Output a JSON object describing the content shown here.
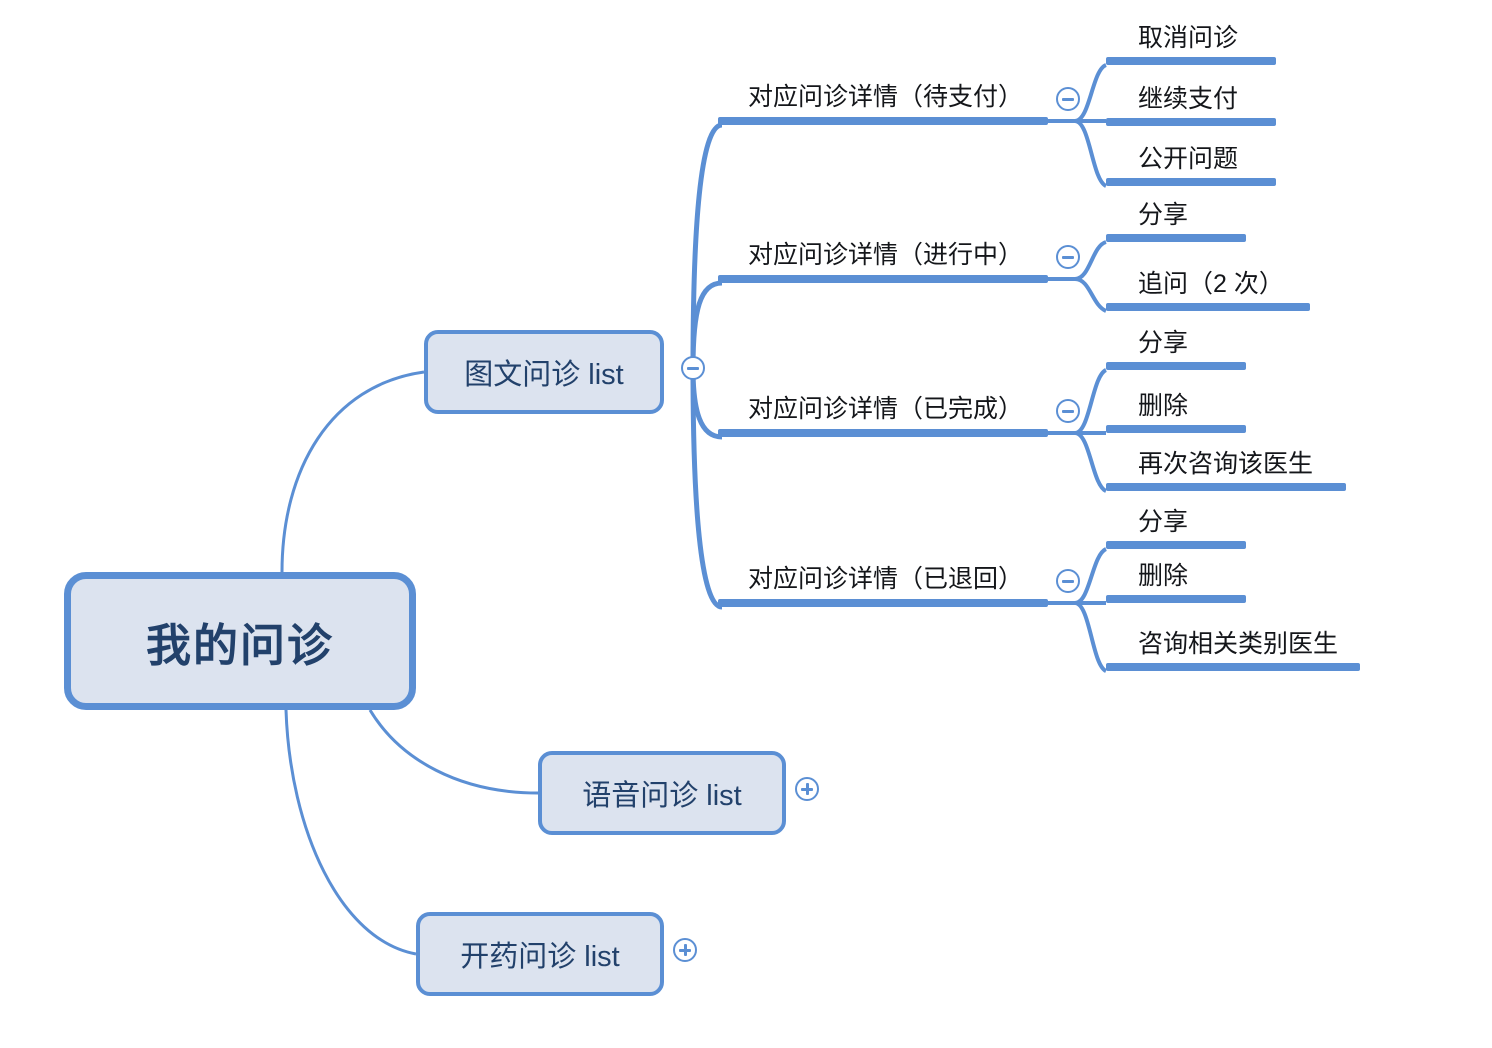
{
  "diagram": {
    "type": "mindmap",
    "direction": "left-to-right",
    "colors": {
      "node_fill": "#dce3ef",
      "node_border": "#5b8fd4",
      "bar": "#5b8fd4",
      "edge": "#5b8fd4",
      "root_text": "#22416b",
      "leaf_text": "#14161a",
      "background": "#ffffff"
    }
  },
  "root": {
    "label": "我的问诊"
  },
  "branches": [
    {
      "label": "图文问诊 list",
      "toggle": "collapse",
      "toggle_icon": "minus-circle-icon",
      "expanded": true,
      "children": [
        {
          "label": "对应问诊详情（待支付）",
          "toggle": "collapse",
          "toggle_icon": "minus-circle-icon",
          "expanded": true,
          "children": [
            {
              "label": "取消问诊"
            },
            {
              "label": "继续支付"
            },
            {
              "label": "公开问题"
            }
          ]
        },
        {
          "label": "对应问诊详情（进行中）",
          "toggle": "collapse",
          "toggle_icon": "minus-circle-icon",
          "expanded": true,
          "children": [
            {
              "label": "分享"
            },
            {
              "label": "追问（2 次）"
            }
          ]
        },
        {
          "label": "对应问诊详情（已完成）",
          "toggle": "collapse",
          "toggle_icon": "minus-circle-icon",
          "expanded": true,
          "children": [
            {
              "label": "分享"
            },
            {
              "label": "删除"
            },
            {
              "label": "再次咨询该医生"
            }
          ]
        },
        {
          "label": "对应问诊详情（已退回）",
          "toggle": "collapse",
          "toggle_icon": "minus-circle-icon",
          "expanded": true,
          "children": [
            {
              "label": "分享"
            },
            {
              "label": "删除"
            },
            {
              "label": "咨询相关类别医生"
            }
          ]
        }
      ]
    },
    {
      "label": "语音问诊 list",
      "toggle": "expand",
      "toggle_icon": "plus-circle-icon",
      "expanded": false,
      "children": []
    },
    {
      "label": "开药问诊 list",
      "toggle": "expand",
      "toggle_icon": "plus-circle-icon",
      "expanded": false,
      "children": []
    }
  ]
}
